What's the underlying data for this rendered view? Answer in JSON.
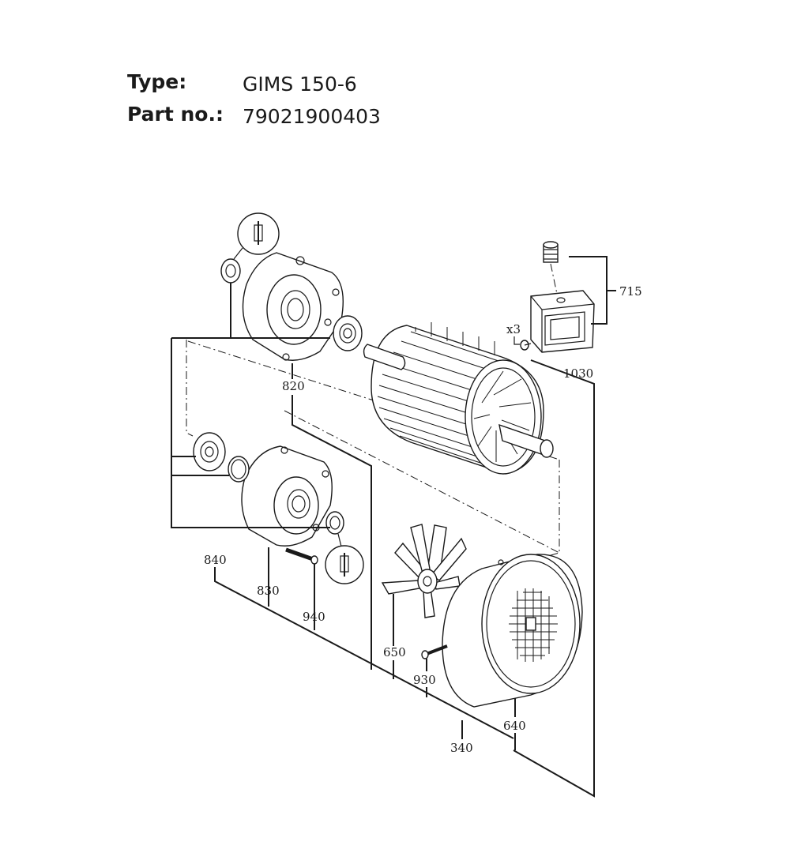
{
  "header": {
    "type_label": "Type:",
    "type_value": "GIMS 150-6",
    "part_label": "Part no.:",
    "part_value": "79021900403"
  },
  "parts": {
    "p715": "715",
    "p1030": "1030",
    "qty_x3": "x3",
    "p820": "820",
    "p840": "840",
    "p830": "830",
    "p940": "940",
    "p650": "650",
    "p930": "930",
    "p640": "640",
    "p340": "340"
  }
}
